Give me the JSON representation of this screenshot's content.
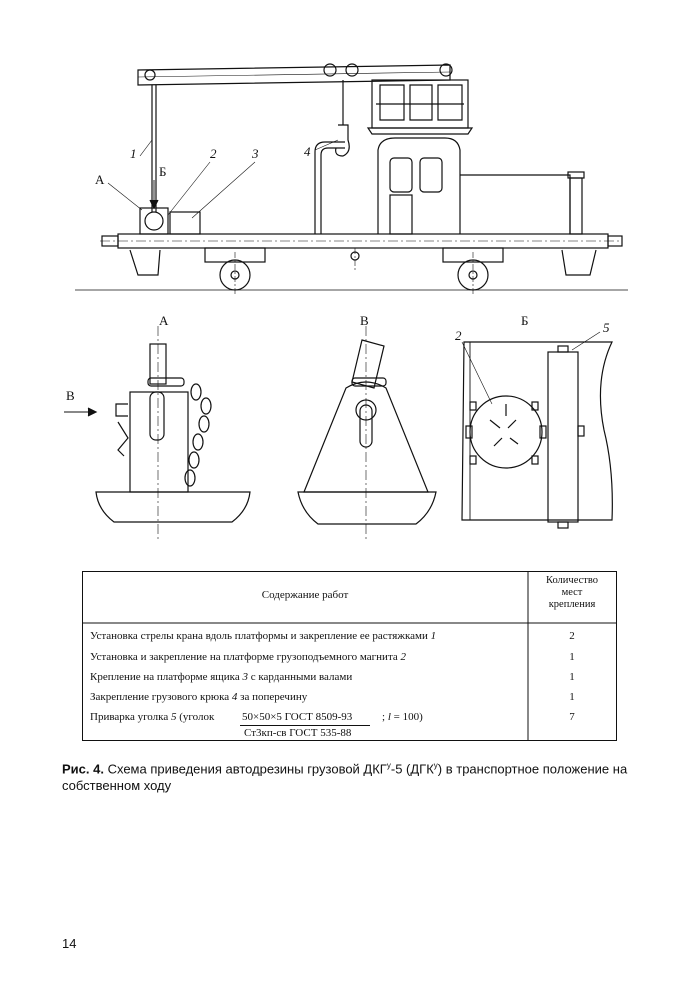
{
  "drawing": {
    "labels": {
      "view_a_main": "А",
      "view_b_main": "Б",
      "callout_1": "1",
      "callout_2": "2",
      "callout_3": "3",
      "callout_4": "4",
      "detail_a_title": "А",
      "detail_v_title": "В",
      "detail_b_title": "Б",
      "detail_arrow_v": "В",
      "detail_b_callout_2": "2",
      "detail_b_callout_5": "5"
    }
  },
  "table": {
    "header_work": "Содержание работ",
    "header_qty_line1": "Количество",
    "header_qty_line2": "мест",
    "header_qty_line3": "крепления",
    "rows": [
      {
        "work": "Установка стрелы крана вдоль платформы и закрепление ее растяжками ",
        "ref": "1",
        "qty": "2"
      },
      {
        "work": "Установка и закрепление на платформе грузоподъемного магнита ",
        "ref": "2",
        "qty": "1"
      },
      {
        "work": "Крепление на платформе ящика ",
        "ref": "3",
        "work_tail": " с карданными валами",
        "qty": "1"
      },
      {
        "work": "Закрепление грузового крюка ",
        "ref": "4",
        "work_tail": " за поперечину",
        "qty": "1"
      },
      {
        "work": "Приварка уголка ",
        "ref": "5",
        "work_tail": " (уголок",
        "qty": "7"
      }
    ],
    "fraction_numerator": "50×50×5  ГОСТ 8509-93",
    "fraction_denominator": "Ст3кп-св ГОСТ 535-88",
    "fraction_suffix_pre": "; ",
    "fraction_suffix_var": "l",
    "fraction_suffix_post": " = 100)"
  },
  "caption": {
    "prefix": "Рис. 4.",
    "text_1": " Схема приведения автодрезины грузовой ДКГ",
    "sup_1": "у",
    "text_2": "-5 (ДГК",
    "sup_2": "у",
    "text_3": ") в транспортное положение на собственном ходу"
  },
  "page_number": "14"
}
